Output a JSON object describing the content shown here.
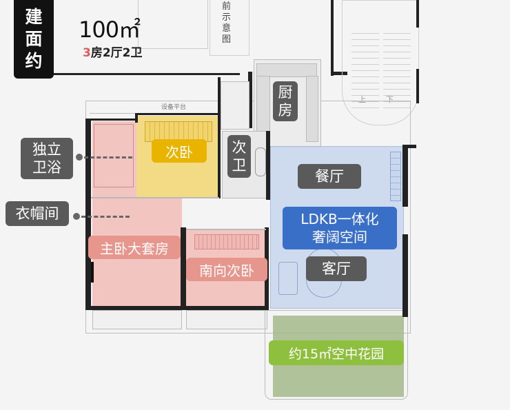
{
  "header": {
    "area": "100㎡",
    "tag_chars": [
      "建",
      "面",
      "约"
    ],
    "layout_count": "3",
    "layout_rest": "房2厅2卫",
    "top_note_chars": [
      "前",
      "示",
      "意",
      "图"
    ],
    "equip_platform": "设备平台",
    "stairs_up": "上",
    "stairs_down": "下"
  },
  "rooms": {
    "kitchen": "厨\n房",
    "secondary_bedroom": "次卧",
    "secondary_bath": "次\n卫",
    "dining": "餐厅",
    "ldkb": "LDKB一体化\n奢阔空间",
    "living": "客厅",
    "master_suite": "主卧大套房",
    "south_bedroom": "南向次卧",
    "garden": "约15㎡空中花园"
  },
  "callouts": {
    "private_bath": "独立\n卫浴",
    "cloakroom": "衣帽间"
  },
  "colors": {
    "accent_red": "#e05a5a",
    "master_zone": "#f2b9b4",
    "master_tag": "#e6968c",
    "bedroom2_zone": "#f3d46a",
    "bedroom2_tag": "#e9b400",
    "ldkb_zone": "#c8d6ee",
    "ldkb_tag": "#3a6fc8",
    "garden_zone": "#a3b98a",
    "garden_tag": "#8fbf3f",
    "label_gray": "#5a5a5a"
  }
}
